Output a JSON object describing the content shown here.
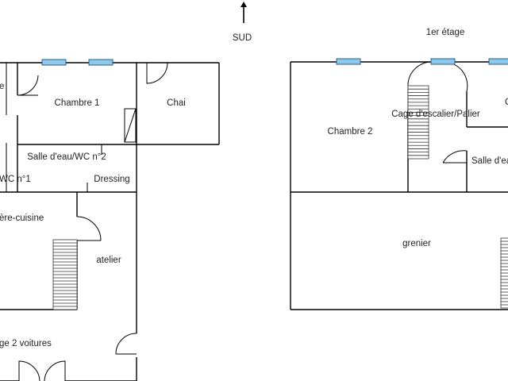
{
  "orientation": {
    "label": "SUD",
    "icon": "north-arrow-icon"
  },
  "floors": {
    "ground": {
      "rooms": [
        {
          "id": "entree",
          "label": "e"
        },
        {
          "id": "chambre1",
          "label": "Chambre 1"
        },
        {
          "id": "chai",
          "label": "Chai"
        },
        {
          "id": "salle-eau-2",
          "label": "Salle d'eau/WC n°2"
        },
        {
          "id": "wc1",
          "label": "WC n°1"
        },
        {
          "id": "dressing",
          "label": "Dressing"
        },
        {
          "id": "cuisine",
          "label": "ère-cuisine"
        },
        {
          "id": "atelier",
          "label": "atelier"
        },
        {
          "id": "garage",
          "label": "ge 2 voitures"
        }
      ]
    },
    "first": {
      "title": "1er étage",
      "rooms": [
        {
          "id": "chambre2",
          "label": "Chambre 2"
        },
        {
          "id": "cage-escalier",
          "label": "Cage d'escalier/Palier"
        },
        {
          "id": "chambre3",
          "label": "C"
        },
        {
          "id": "salle-eau-first",
          "label": "Salle d'eau/W"
        },
        {
          "id": "grenier",
          "label": "grenier"
        }
      ]
    }
  },
  "colors": {
    "wall": "#000000",
    "window": "#8ec8ef",
    "window_stroke": "#2b5f86",
    "text": "#222222"
  }
}
